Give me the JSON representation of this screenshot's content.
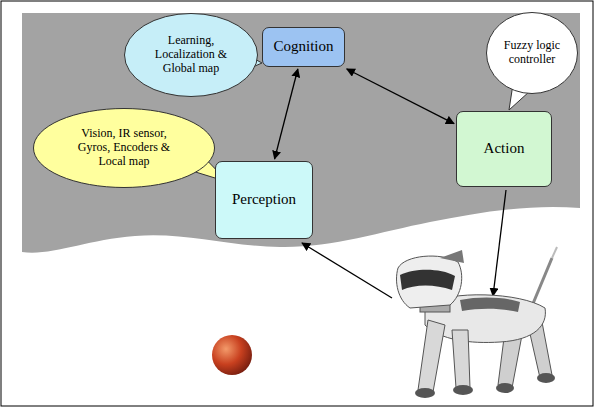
{
  "diagram": {
    "nodes": [
      {
        "text": [
          "Learning, Localization & Global map"
        ]
      },
      {
        "text": [
          "Cognition"
        ]
      },
      {
        "text": [
          "Fuzzy logic controller"
        ]
      },
      {
        "text": [
          "Vision, IR sensor, Gyros, Encoders & Local map"
        ]
      },
      {
        "text": [
          "Action"
        ]
      },
      {
        "text": [
          "Perception"
        ]
      }
    ],
    "edges": [
      {
        "from": 5,
        "to": 1,
        "arrow": "both"
      },
      {
        "from": 1,
        "to": 4,
        "arrow": "both"
      }
    ]
  }
}
